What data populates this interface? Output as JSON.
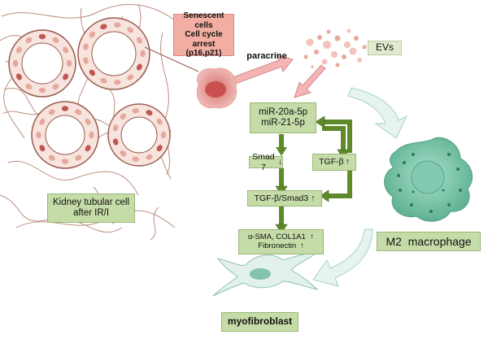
{
  "senescent": {
    "line1": "Senescent cells",
    "line2": "Cell cycle arrest",
    "line3": "(p16,p21)"
  },
  "paracrine": "paracrine",
  "evs": "EVs",
  "mirna": {
    "line1": "miR-20a-5p",
    "line2": "miR-21-5p"
  },
  "smad7": {
    "text": "Smad 7",
    "arrow": "↓"
  },
  "tgfb": {
    "text": "TGF-β",
    "arrow": "↑"
  },
  "tgfb_smad3": {
    "text": "TGF-β/Smad3",
    "arrow": "↑"
  },
  "markers": {
    "line1": "α-SMA, COL1A1",
    "line1_arrow": "↑",
    "line2": "Fibronectin",
    "line2_arrow": "↑"
  },
  "kidney": {
    "line1": "Kidney tubular cell",
    "line2": "after IR/I"
  },
  "macrophage": "M2  macrophage",
  "myofibroblast": "myofibroblast",
  "colors": {
    "box_fill": "#c6dca8",
    "box_border": "#98b874",
    "senescent_fill": "#f2aea3",
    "arrow_green": "#5f8a2a",
    "arrow_pink": "#e89a9a",
    "macrophage": "#6cc0a0",
    "fibers": "#b07a68"
  }
}
